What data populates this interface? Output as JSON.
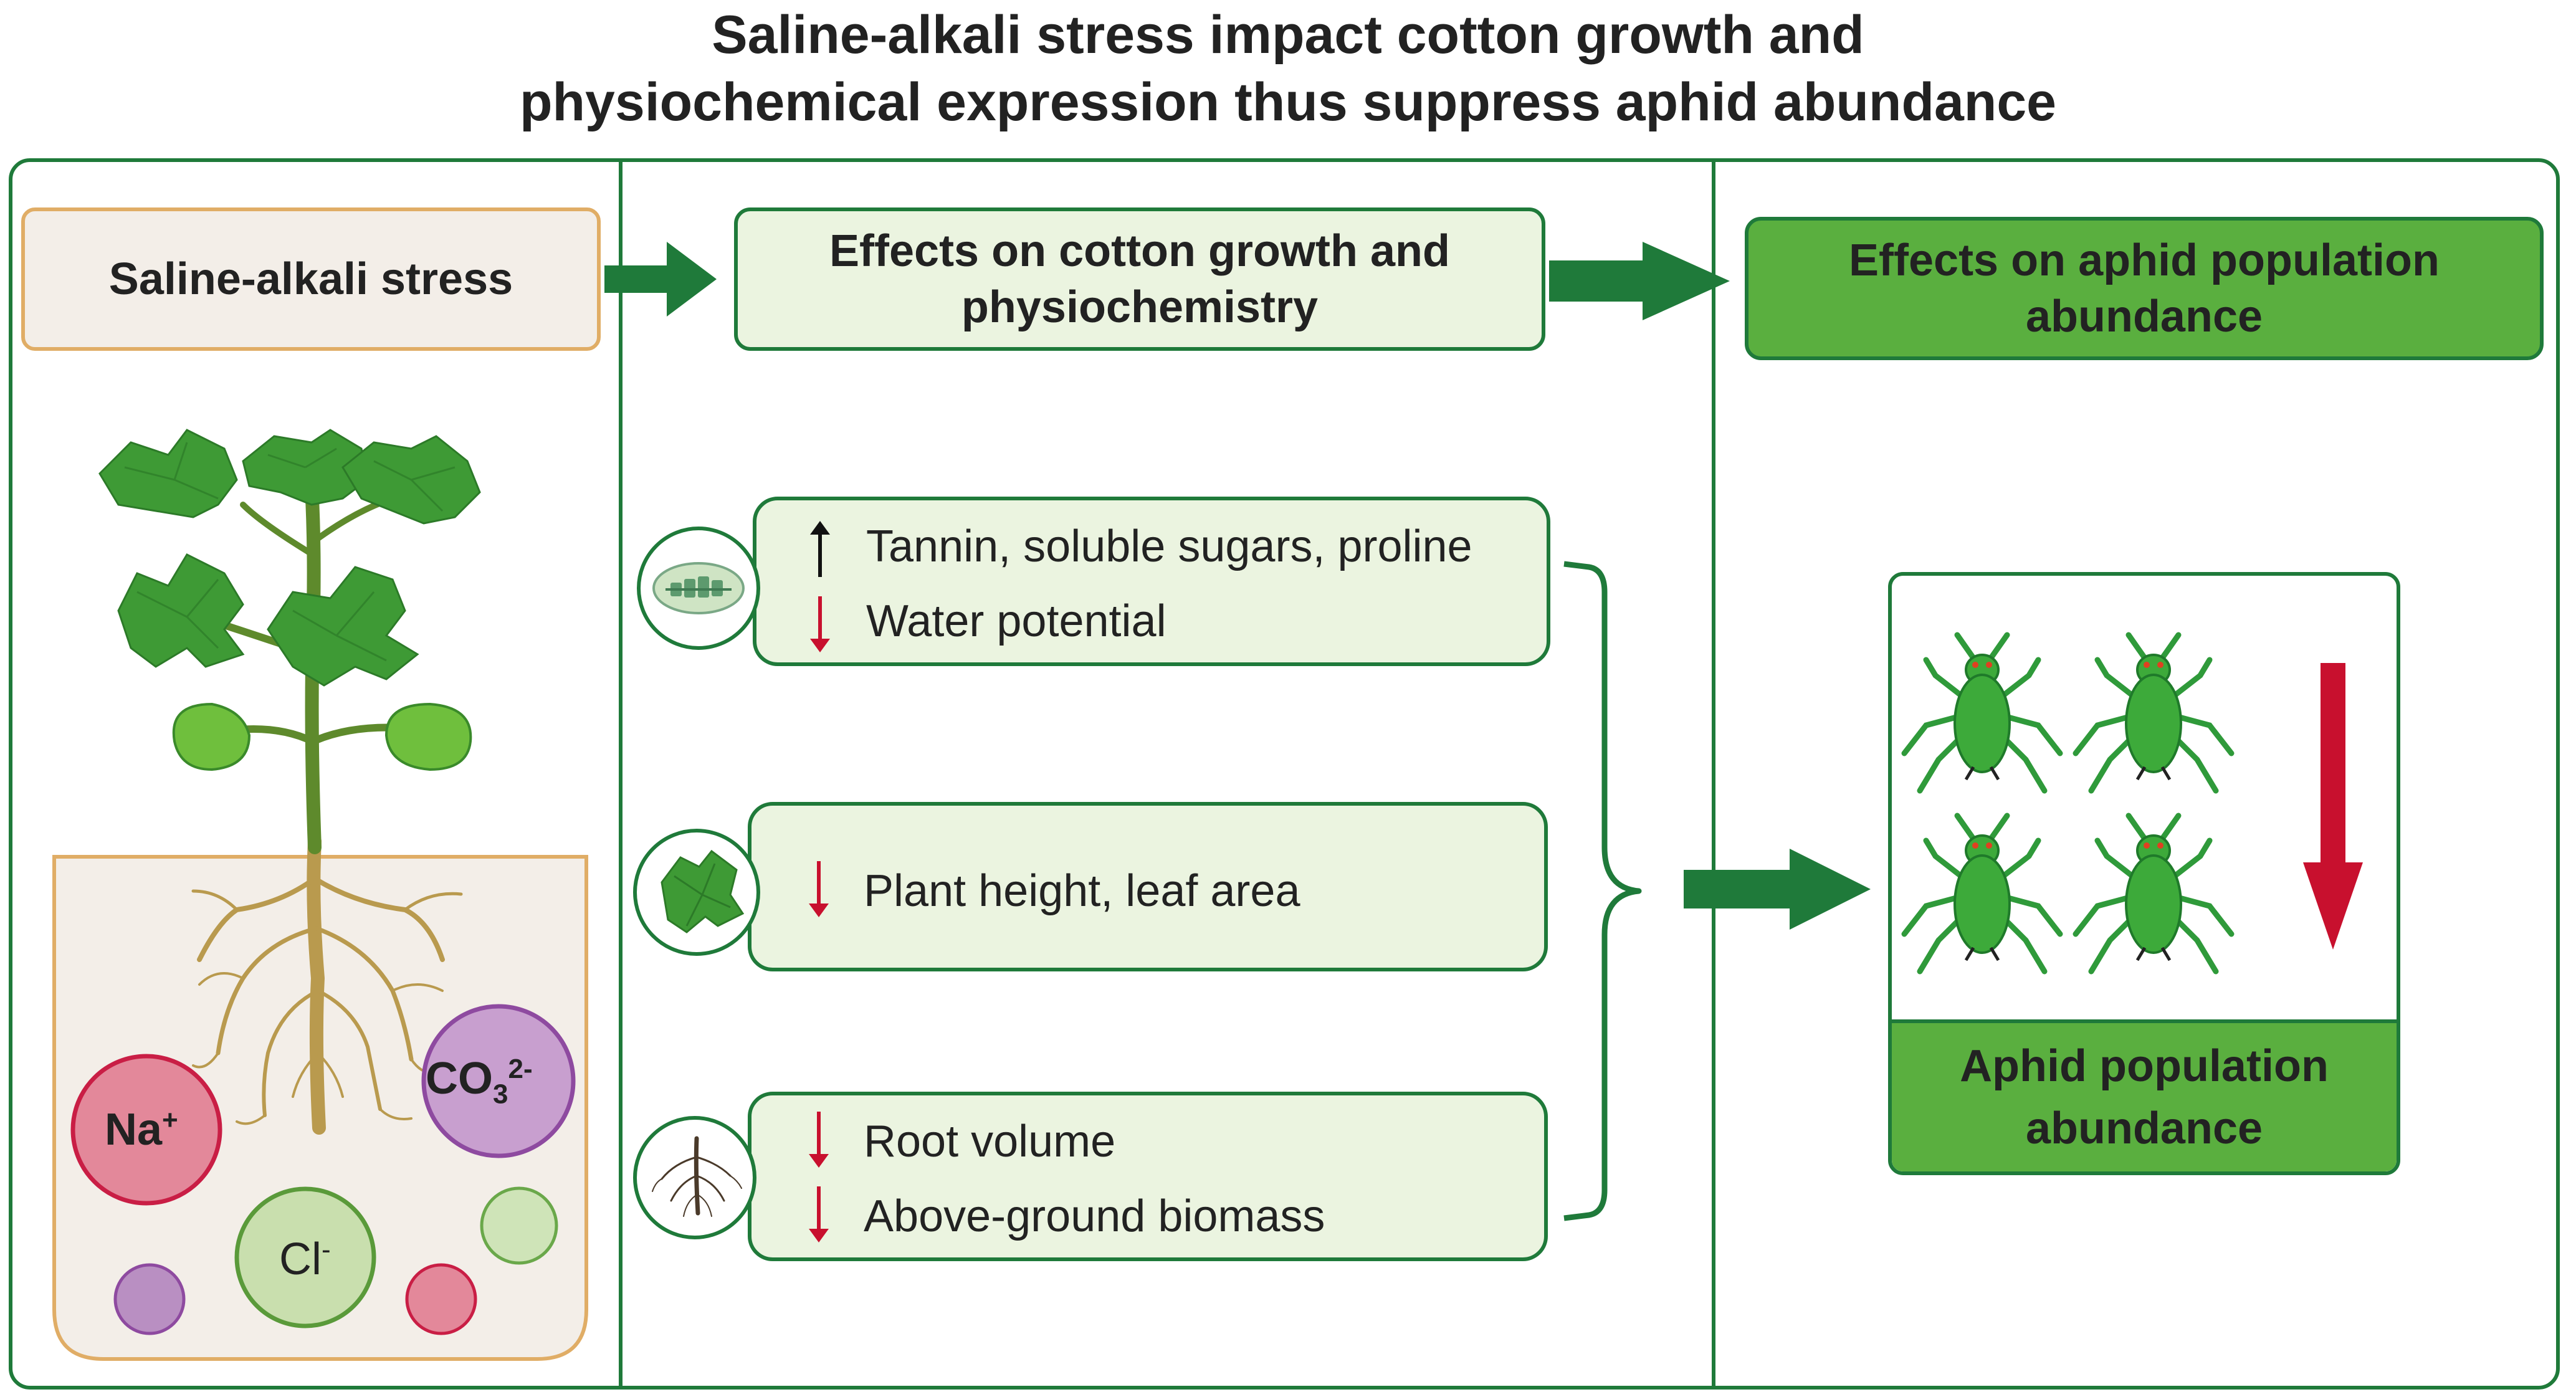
{
  "title": {
    "line1": "Saline-alkali stress impact cotton growth and",
    "line2": "physiochemical expression thus suppress aphid abundance"
  },
  "column1": {
    "header": "Saline-alkali stress",
    "ions": {
      "na": "Na",
      "na_sup": "+",
      "co3": "CO",
      "co3_sub": "3",
      "co3_sup": "2-",
      "cl": "Cl",
      "cl_sup": "-"
    }
  },
  "column2": {
    "header_line1": "Effects on cotton growth and",
    "header_line2": "physiochemistry",
    "items": [
      {
        "icon": "chloroplast-icon",
        "lines": [
          {
            "arrow": "up",
            "text": "Tannin, soluble sugars, proline"
          },
          {
            "arrow": "down",
            "text": "Water potential"
          }
        ]
      },
      {
        "icon": "leaf-icon",
        "lines": [
          {
            "arrow": "down",
            "text": "Plant height, leaf area"
          }
        ]
      },
      {
        "icon": "root-icon",
        "lines": [
          {
            "arrow": "down",
            "text": "Root volume"
          },
          {
            "arrow": "down",
            "text": "Above-ground biomass"
          }
        ]
      }
    ]
  },
  "column3": {
    "header_line1": "Effects on aphid population",
    "header_line2": "abundance",
    "panel_label_line1": "Aphid population",
    "panel_label_line2": "abundance",
    "trend": "down"
  },
  "colors": {
    "border_green": "#1f7a3a",
    "bright_green": "#5aaf3f",
    "pale_green": "#ebf4e0",
    "soil_beige": "#f3eee8",
    "soil_border": "#e0ad66",
    "down_red": "#c8102e"
  }
}
